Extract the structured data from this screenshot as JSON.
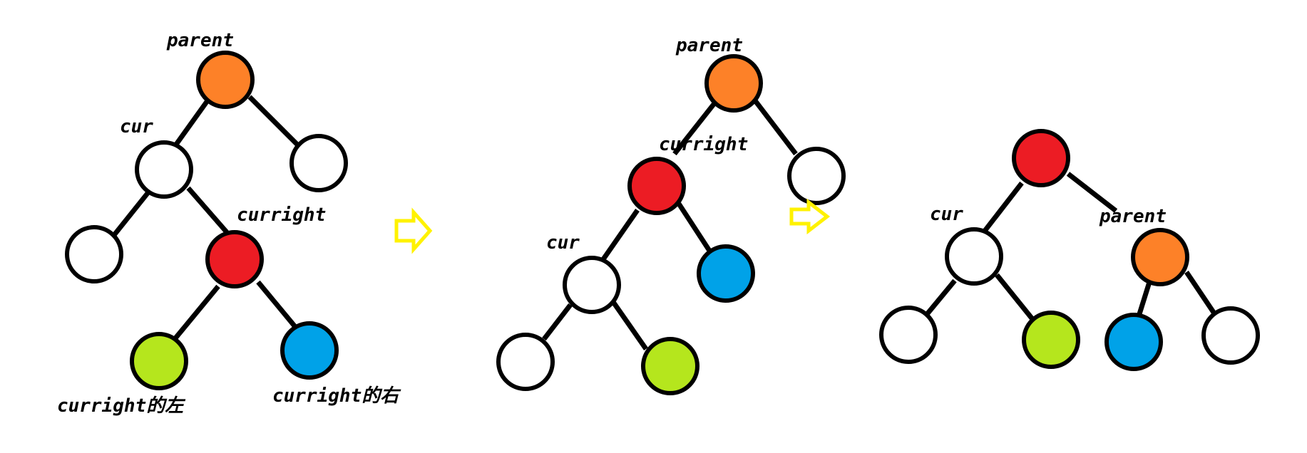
{
  "colors": {
    "orange": "#fd8128",
    "red": "#ec1c24",
    "white": "#ffffff",
    "green": "#b5e61d",
    "blue": "#00a2e8",
    "arrow": "#fff200",
    "outline": "#000000"
  },
  "panels": [
    {
      "nodes": [
        {
          "id": "p1_parent",
          "color": "orange"
        },
        {
          "id": "p1_cur",
          "color": "white"
        },
        {
          "id": "p1_parent_right",
          "color": "white"
        },
        {
          "id": "p1_cur_left",
          "color": "white"
        },
        {
          "id": "p1_curright",
          "color": "red"
        },
        {
          "id": "p1_curright_left",
          "color": "green"
        },
        {
          "id": "p1_curright_right",
          "color": "blue"
        }
      ],
      "labels": [
        {
          "id": "p1_lbl_parent",
          "text": "parent"
        },
        {
          "id": "p1_lbl_cur",
          "text": "cur"
        },
        {
          "id": "p1_lbl_curright",
          "text": "curright"
        },
        {
          "id": "p1_lbl_left",
          "text": "curright的左"
        },
        {
          "id": "p1_lbl_right",
          "text": "curright的右"
        }
      ]
    },
    {
      "nodes": [
        {
          "id": "p2_parent",
          "color": "orange"
        },
        {
          "id": "p2_curright",
          "color": "red"
        },
        {
          "id": "p2_parent_right",
          "color": "white"
        },
        {
          "id": "p2_cur",
          "color": "white"
        },
        {
          "id": "p2_curright_right",
          "color": "blue"
        },
        {
          "id": "p2_cur_left",
          "color": "white"
        },
        {
          "id": "p2_cur_right",
          "color": "green"
        }
      ],
      "labels": [
        {
          "id": "p2_lbl_parent",
          "text": "parent"
        },
        {
          "id": "p2_lbl_curright",
          "text": "curright"
        },
        {
          "id": "p2_lbl_cur",
          "text": "cur"
        }
      ]
    },
    {
      "nodes": [
        {
          "id": "p3_root",
          "color": "red"
        },
        {
          "id": "p3_cur",
          "color": "white"
        },
        {
          "id": "p3_parent",
          "color": "orange"
        },
        {
          "id": "p3_cur_left",
          "color": "white"
        },
        {
          "id": "p3_cur_right",
          "color": "green"
        },
        {
          "id": "p3_parent_left",
          "color": "blue"
        },
        {
          "id": "p3_parent_right",
          "color": "white"
        }
      ],
      "labels": [
        {
          "id": "p3_lbl_cur",
          "text": "cur"
        },
        {
          "id": "p3_lbl_parent",
          "text": "parent"
        }
      ]
    }
  ]
}
